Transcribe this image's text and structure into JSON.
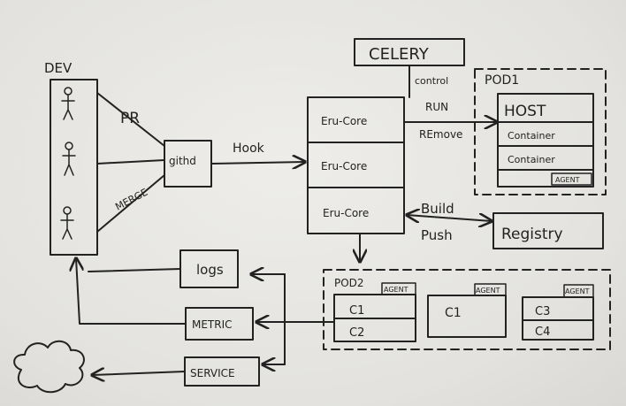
{
  "diagram": {
    "dev": {
      "label": "DEV"
    },
    "github": {
      "label": "githd"
    },
    "edges": {
      "pr": "PR",
      "merge": "MERGE",
      "hook": "Hook",
      "control": "control",
      "run": "RUN",
      "remove": "REmove",
      "build": "Build",
      "push": "Push"
    },
    "celery": {
      "label": "CELERY"
    },
    "eru_cores": [
      "Eru-Core",
      "Eru-Core",
      "Eru-Core"
    ],
    "pod1": {
      "label": "POD1",
      "host": "HOST",
      "containers": [
        "Container",
        "Container"
      ],
      "agent": "AGENT"
    },
    "registry": {
      "label": "Registry"
    },
    "logs": {
      "label": "logs"
    },
    "metric": {
      "label": "METRIC"
    },
    "service": {
      "label": "SERVICE"
    },
    "pod2": {
      "label": "POD2",
      "boxes": [
        {
          "agent": "AGENT",
          "c1": "C1",
          "c2": "C2"
        },
        {
          "agent": "AGENT",
          "c1": "C1"
        },
        {
          "agent": "AGENT",
          "c1": "C3",
          "c2": "C4"
        }
      ]
    }
  }
}
